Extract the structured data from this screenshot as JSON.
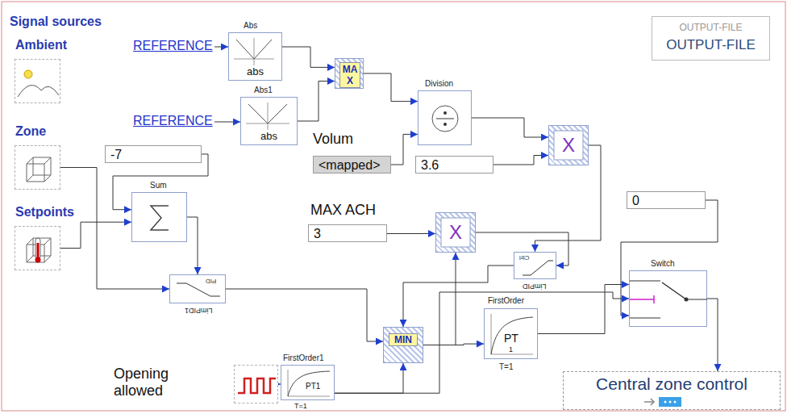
{
  "diagram": {
    "nodes": [
      {
        "text": [
          "Ambient"
        ]
      },
      {
        "text": [
          "Zone"
        ]
      },
      {
        "text": [
          "Setpoints"
        ]
      },
      {
        "text": [
          "Abs",
          "abs"
        ]
      },
      {
        "text": [
          "Abs1",
          "abs"
        ]
      },
      {
        "text": [
          "MAX"
        ]
      },
      {
        "text": [
          "Division"
        ]
      },
      {
        "text": [
          "<mapped>"
        ]
      },
      {
        "text": [
          "3.6"
        ]
      },
      {
        "text": [
          "X"
        ]
      },
      {
        "text": [
          "-7"
        ]
      },
      {
        "text": [
          "Sum"
        ]
      },
      {
        "text": [
          "PID",
          "LimPID1"
        ]
      },
      {
        "text": [
          "3"
        ]
      },
      {
        "text": [
          "X"
        ]
      },
      {
        "text": [
          "Ctrl",
          "LimPID"
        ]
      },
      {
        "text": [
          "0"
        ]
      },
      {
        "text": [
          "Switch"
        ]
      },
      {
        "text": [
          "MIN"
        ]
      },
      {
        "text": [
          "FirstOrder",
          "PT",
          "1",
          "T=1"
        ]
      },
      {
        "text": [
          "Opening allowed"
        ]
      },
      {
        "text": [
          "FirstOrder1",
          "PT1",
          "T=1"
        ]
      },
      {
        "text": [
          "OUTPUT-FILE",
          "OUTPUT-FILE"
        ]
      },
      {
        "text": [
          "Central zone control"
        ]
      }
    ],
    "edges": [
      {
        "from": 3,
        "to": 5,
        "arrow": "to"
      },
      {
        "from": 4,
        "to": 5,
        "arrow": "to"
      },
      {
        "from": 5,
        "to": 6,
        "arrow": "to"
      },
      {
        "from": 7,
        "to": 6,
        "arrow": "to"
      },
      {
        "from": 6,
        "to": 9,
        "arrow": "to"
      },
      {
        "from": 8,
        "to": 9,
        "arrow": "to"
      },
      {
        "from": 9,
        "to": 15,
        "arrow": "to"
      },
      {
        "from": 2,
        "to": 11,
        "arrow": "to"
      },
      {
        "from": 10,
        "to": 11,
        "arrow": "to"
      },
      {
        "from": 11,
        "to": 12,
        "arrow": "to"
      },
      {
        "from": 1,
        "to": 12,
        "arrow": "to"
      },
      {
        "from": 12,
        "to": 18,
        "arrow": "to"
      },
      {
        "from": 15,
        "to": 18,
        "arrow": "to"
      },
      {
        "from": 21,
        "to": 18,
        "arrow": "to"
      },
      {
        "from": 20,
        "to": 21,
        "arrow": "to"
      },
      {
        "from": 18,
        "to": 19,
        "arrow": "to"
      },
      {
        "from": 18,
        "to": 14,
        "arrow": "to"
      },
      {
        "from": 13,
        "to": 14,
        "arrow": "to"
      },
      {
        "from": 14,
        "to": 15,
        "arrow": "to"
      },
      {
        "from": 19,
        "to": 17,
        "arrow": "to"
      },
      {
        "from": 21,
        "to": 17,
        "arrow": "to"
      },
      {
        "from": 16,
        "to": 17,
        "arrow": "to"
      },
      {
        "from": 17,
        "to": 23,
        "arrow": "to"
      }
    ],
    "labels": [
      "Signal sources",
      "REFERENCE",
      "REFERENCE",
      "Volum",
      "MAX ACH"
    ]
  }
}
